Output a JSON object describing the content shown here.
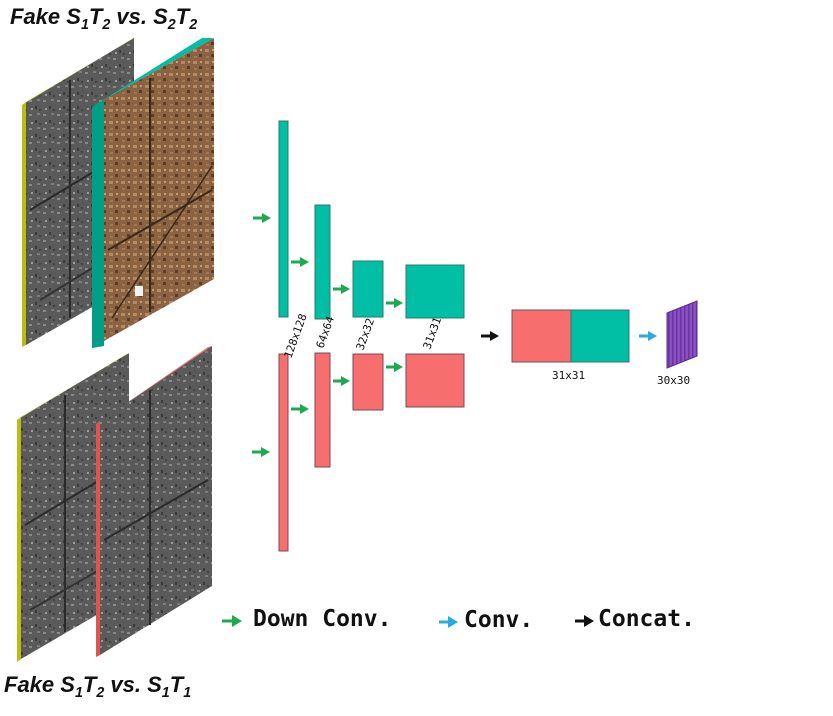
{
  "titles": {
    "top": {
      "prefix": "Fake S",
      "s1": "1",
      "t": "T",
      "t1": "2",
      "vs": " vs.  S",
      "s2": "2",
      "t2": "T",
      "t2sub": "2"
    },
    "bottom": {
      "prefix": "Fake S",
      "s1": "1",
      "t": "T",
      "t1": "2",
      "vs": " vs.  S",
      "s2": "1",
      "t2": "T",
      "t2sub": "1"
    }
  },
  "colors": {
    "teal": "#00bfa5",
    "salmon": "#f76e6e",
    "purple": "#8a4fc2",
    "down_arrow": "#1daa4f",
    "conv_arrow": "#29abe2",
    "concat_arrow": "#111111",
    "image_border_yellow": "#d8d820"
  },
  "feature_labels": {
    "l128": "128x128",
    "l64": "64x64",
    "l32": "32x32",
    "l31": "31x31",
    "concat": "31x31",
    "output": "30x30"
  },
  "legend": {
    "down_conv": "Down Conv.",
    "conv": "Conv.",
    "concat": "Concat."
  }
}
